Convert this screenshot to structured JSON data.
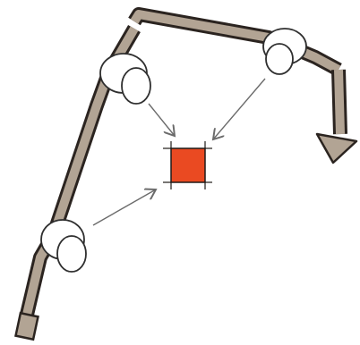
{
  "colors": {
    "background": "#ffffff",
    "path_fill": "#b2a494",
    "path_stroke": "#2b2420",
    "target_fill": "#ea4a22",
    "target_stroke": "#1e1a18",
    "loop_stroke": "#2f2f2f",
    "arrow_stroke": "#6b6b6b"
  },
  "diagram": {
    "loop_count": 3,
    "target_count": 1,
    "path_direction": "down-right"
  }
}
